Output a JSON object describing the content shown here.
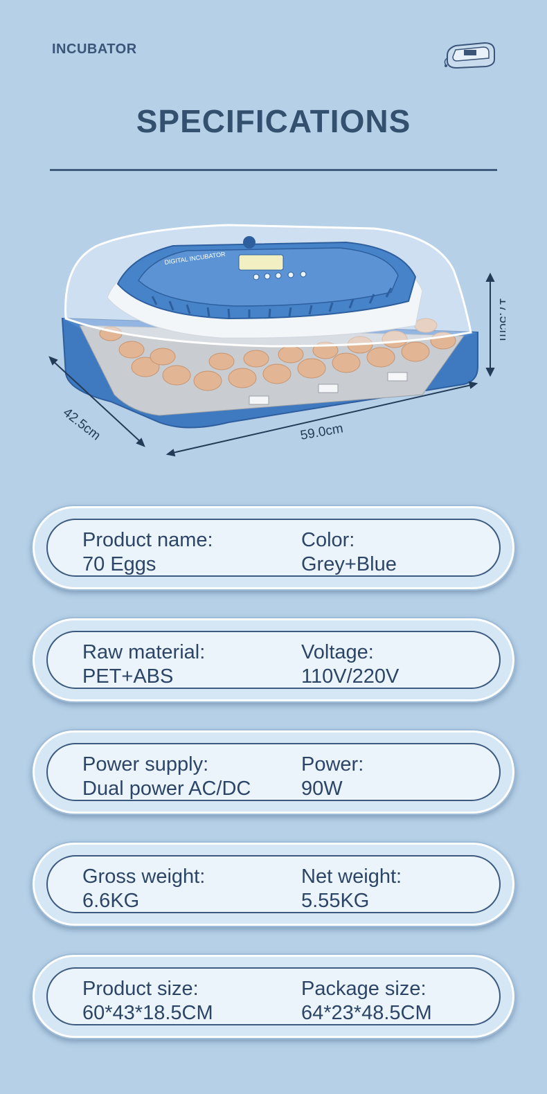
{
  "header": {
    "brand": "INCUBATOR",
    "title": "SPECIFICATIONS"
  },
  "product_image": {
    "dimensions": {
      "depth": "42.5cm",
      "width": "59.0cm",
      "height": "17.5cm"
    },
    "panel_text": "DIGITAL INCUBATOR"
  },
  "specs": [
    {
      "left_label": "Product name:",
      "left_value": "70 Eggs",
      "right_label": "Color:",
      "right_value": "Grey+Blue"
    },
    {
      "left_label": "Raw material:",
      "left_value": "PET+ABS",
      "right_label": "Voltage:",
      "right_value": "110V/220V"
    },
    {
      "left_label": "Power supply:",
      "left_value": "Dual power AC/DC",
      "right_label": "Power:",
      "right_value": "90W"
    },
    {
      "left_label": "Gross weight:",
      "left_value": "6.6KG",
      "right_label": "Net weight:",
      "right_value": "5.55KG"
    },
    {
      "left_label": "Product size:",
      "left_value": "60*43*18.5CM",
      "right_label": "Package size:",
      "right_value": "64*23*48.5CM"
    }
  ],
  "colors": {
    "background": "#b5d0e7",
    "text": "#2c4566",
    "incubator_blue": "#3f79c0"
  }
}
